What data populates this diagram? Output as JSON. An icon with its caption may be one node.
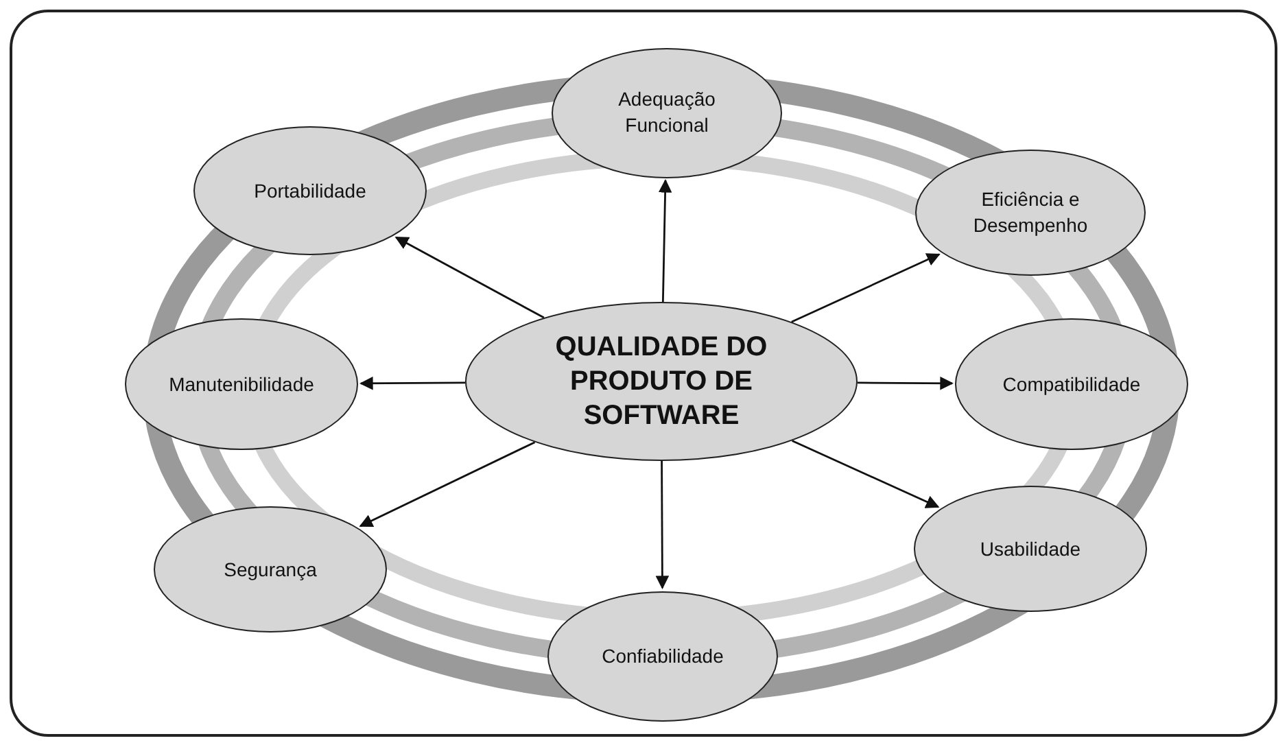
{
  "diagram": {
    "nodes": [
      {
        "text": [
          "QUALIDADE DO PRODUTO DE SOFTWARE"
        ]
      },
      {
        "text": [
          "Adequação Funcional"
        ]
      },
      {
        "text": [
          "Eficiência e Desempenho"
        ]
      },
      {
        "text": [
          "Compatibilidade"
        ]
      },
      {
        "text": [
          "Usabilidade"
        ]
      },
      {
        "text": [
          "Confiabilidade"
        ]
      },
      {
        "text": [
          "Segurança"
        ]
      },
      {
        "text": [
          "Manutenibilidade"
        ]
      },
      {
        "text": [
          "Portabilidade"
        ]
      }
    ],
    "edges": [
      {
        "from": 0,
        "to": 1,
        "arrow": "to"
      },
      {
        "from": 0,
        "to": 2,
        "arrow": "to"
      },
      {
        "from": 0,
        "to": 3,
        "arrow": "to"
      },
      {
        "from": 0,
        "to": 4,
        "arrow": "to"
      },
      {
        "from": 0,
        "to": 5,
        "arrow": "to"
      },
      {
        "from": 0,
        "to": 6,
        "arrow": "to"
      },
      {
        "from": 0,
        "to": 7,
        "arrow": "to"
      },
      {
        "from": 0,
        "to": 8,
        "arrow": "to"
      }
    ]
  }
}
